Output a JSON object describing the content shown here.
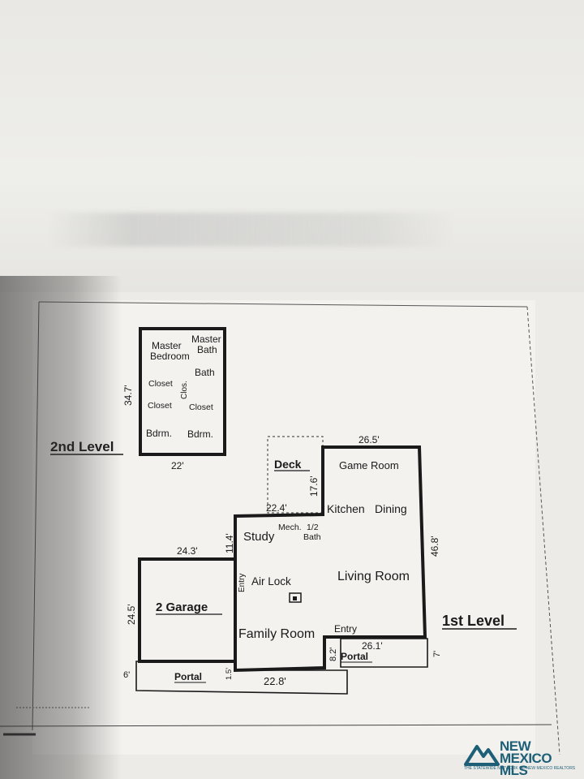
{
  "levels": {
    "second": "2nd Level",
    "first": "1st Level"
  },
  "second_level": {
    "rooms": {
      "master_bedroom_1": "Master",
      "master_bedroom_2": "Bedroom",
      "master_bath_1": "Master",
      "master_bath_2": "Bath",
      "bath": "Bath",
      "closet_1": "Closet",
      "closet_2": "Closet",
      "closet_3": "Closet",
      "clos": "Clos.",
      "bdrm_1": "Bdrm.",
      "bdrm_2": "Bdrm."
    },
    "dims": {
      "depth": "34.7'",
      "width": "22'"
    }
  },
  "first_level": {
    "rooms": {
      "deck": "Deck",
      "game_room": "Game Room",
      "kitchen": "Kitchen",
      "dining": "Dining",
      "study": "Study",
      "mech_1": "Mech.",
      "mech_2": "1/2",
      "mech_3": "Bath",
      "entry_side": "Entry",
      "air_lock": "Air Lock",
      "living_room": "Living Room",
      "garage": "2 Garage",
      "family_room": "Family Room",
      "entry_front": "Entry",
      "portal_left": "Portal",
      "portal_right": "Portal"
    },
    "dims": {
      "top_width": "26.5'",
      "deck_depth": "17.6'",
      "deck_width": "22.4'",
      "study_depth": "11.4'",
      "right_depth": "46.8'",
      "garage_width": "24.3'",
      "garage_depth": "24.5'",
      "front_width": "26.1'",
      "entry_depth": "8.2'",
      "portal_right_depth": "7'",
      "portal_left_depth": "6'",
      "portal_step": "1.5'",
      "bottom_width": "22.8'"
    }
  },
  "logo": {
    "line1": "NEW",
    "line2": "MEXICO MLS",
    "tagline": "THE STATEWIDE NETWORK OF NEW MEXICO REALTORS"
  },
  "colors": {
    "ink": "#1a1a1a",
    "logo": "#1e5f78",
    "paper": "#f3f2ef"
  }
}
